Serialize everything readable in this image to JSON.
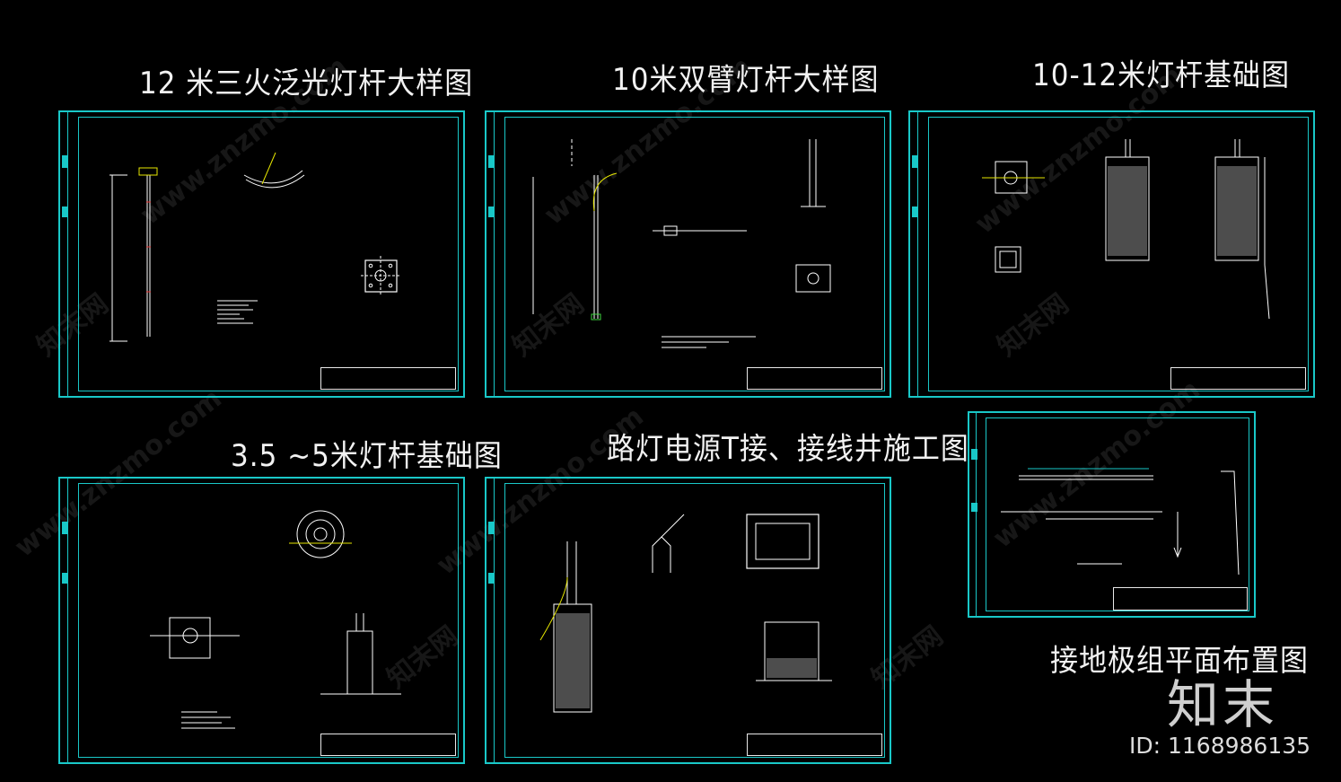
{
  "sheets": [
    {
      "title": "12 米三火泛光灯杆大样图"
    },
    {
      "title": "10米双臂灯杆大样图"
    },
    {
      "title": "10-12米灯杆基础图"
    },
    {
      "title": "3.5 ~5米灯杆基础图"
    },
    {
      "title": "路灯电源T接、接线井施工图"
    },
    {
      "title": "接地极组平面布置图"
    }
  ],
  "watermark": {
    "text": "www.znzmo.com",
    "brand_cn": "知末网"
  },
  "brand": {
    "logo": "知末",
    "id": "ID: 1168986135"
  },
  "colors": {
    "frame": "#19c8c8",
    "drawing": "#ffffff",
    "accent_yellow": "#e6e600",
    "accent_red": "#e03030",
    "accent_green": "#3cd23c",
    "background": "#000000"
  }
}
